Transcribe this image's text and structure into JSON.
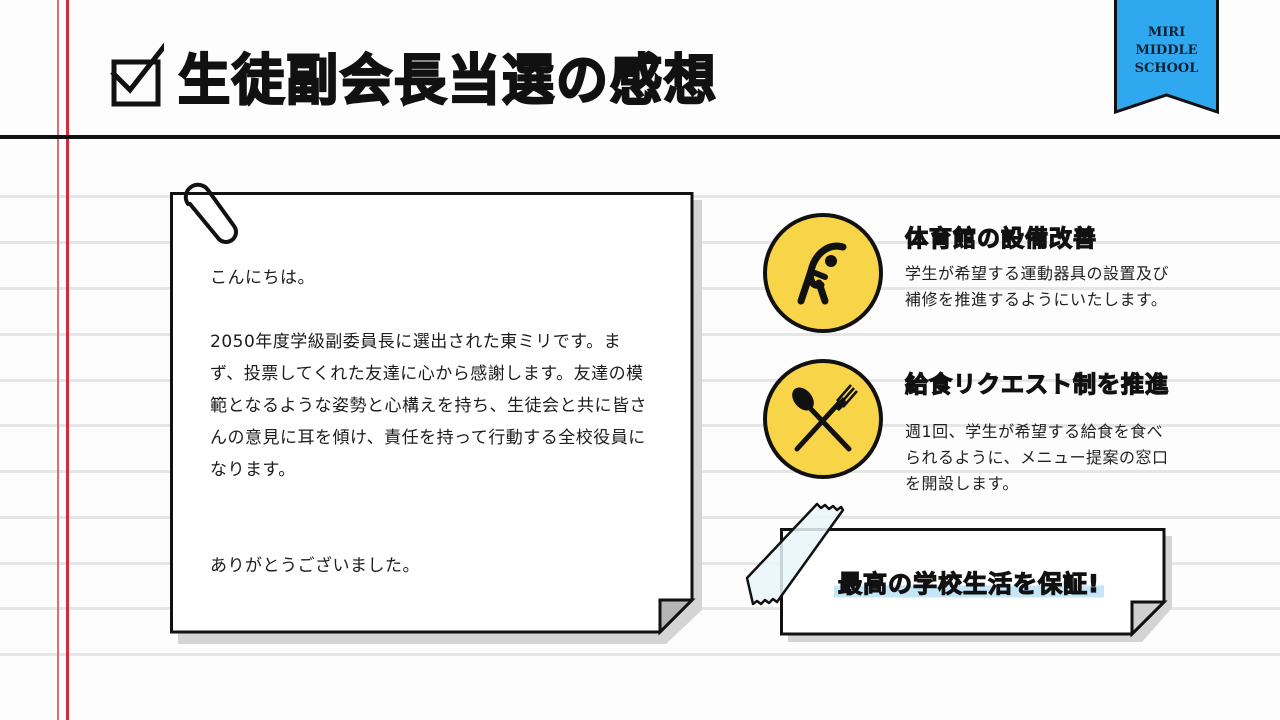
{
  "header": {
    "title": "生徒副会長当選の感想",
    "title_icon": "checkbox-checked-icon"
  },
  "badge": {
    "lines": [
      "MIRI",
      "MIDDLE",
      "SCHOOL"
    ],
    "color": "#2fa8ef"
  },
  "note": {
    "greeting": "こんにちは。",
    "body": "2050年度学級副委員長に選出された東ミリです。まず、投票してくれた友達に心から感謝します。友達の模範となるような姿勢と心構えを持ち、生徒会と共に皆さんの意見に耳を傾け、責任を持って行動する全校役員になります。",
    "closing": "ありがとうございました。",
    "icon": "paperclip-icon"
  },
  "features": [
    {
      "icon": "stretching-person-icon",
      "title": "体育館の設備改善",
      "description": "学生が希望する運動器具の設置及び補修を推進するようにいたします。"
    },
    {
      "icon": "spoon-fork-icon",
      "title": "給食リクエスト制を推進",
      "description": "週1回、学生が希望する給食を食べられるように、メニュー提案の窓口を開設します。"
    }
  ],
  "banner": {
    "text": "最高の学校生活を保証!",
    "highlight_color": "#c4e6f7"
  },
  "colors": {
    "accent_yellow": "#f8d548",
    "margin_red": "#d42a3a",
    "badge_blue": "#2fa8ef",
    "rule_gray": "#e6e6e6"
  }
}
